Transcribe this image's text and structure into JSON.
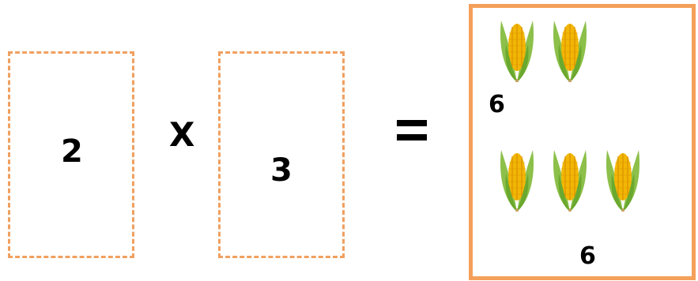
{
  "equation": {
    "left_operand": "2",
    "operator": "X",
    "right_operand": "3",
    "equals_icon": "equals-sign"
  },
  "result_panel": {
    "row1_count_label": "6",
    "row2_count_label": "6",
    "corn_icon": "corn-cob-icon",
    "row1_corn_count": 2,
    "row2_corn_count": 3
  },
  "colors": {
    "dashed_border": "#f0a060",
    "result_border": "#f4a05a",
    "corn_kernel": "#f2b705",
    "corn_leaf": "#7fb33a"
  }
}
